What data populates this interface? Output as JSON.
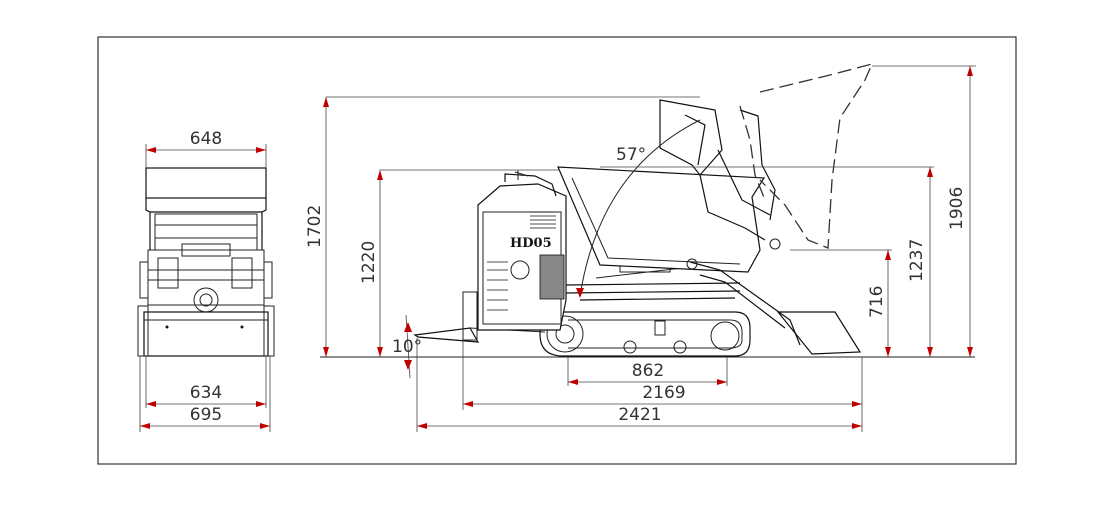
{
  "model_label": "HD05",
  "dimensions": {
    "front_top_width": "648",
    "front_track_width": "634",
    "front_overall_width": "695",
    "height_overall": "1702",
    "height_hopper": "1220",
    "angle_ramp": "10°",
    "tip_angle": "57°",
    "wheelbase": "862",
    "track_length": "2169",
    "overall_length": "2421",
    "discharge_height_low": "716",
    "discharge_height_mid": "1237",
    "discharge_height_max": "1906"
  },
  "colors": {
    "line": "#111111",
    "arrow": "#c00000",
    "frame": "#333333"
  }
}
